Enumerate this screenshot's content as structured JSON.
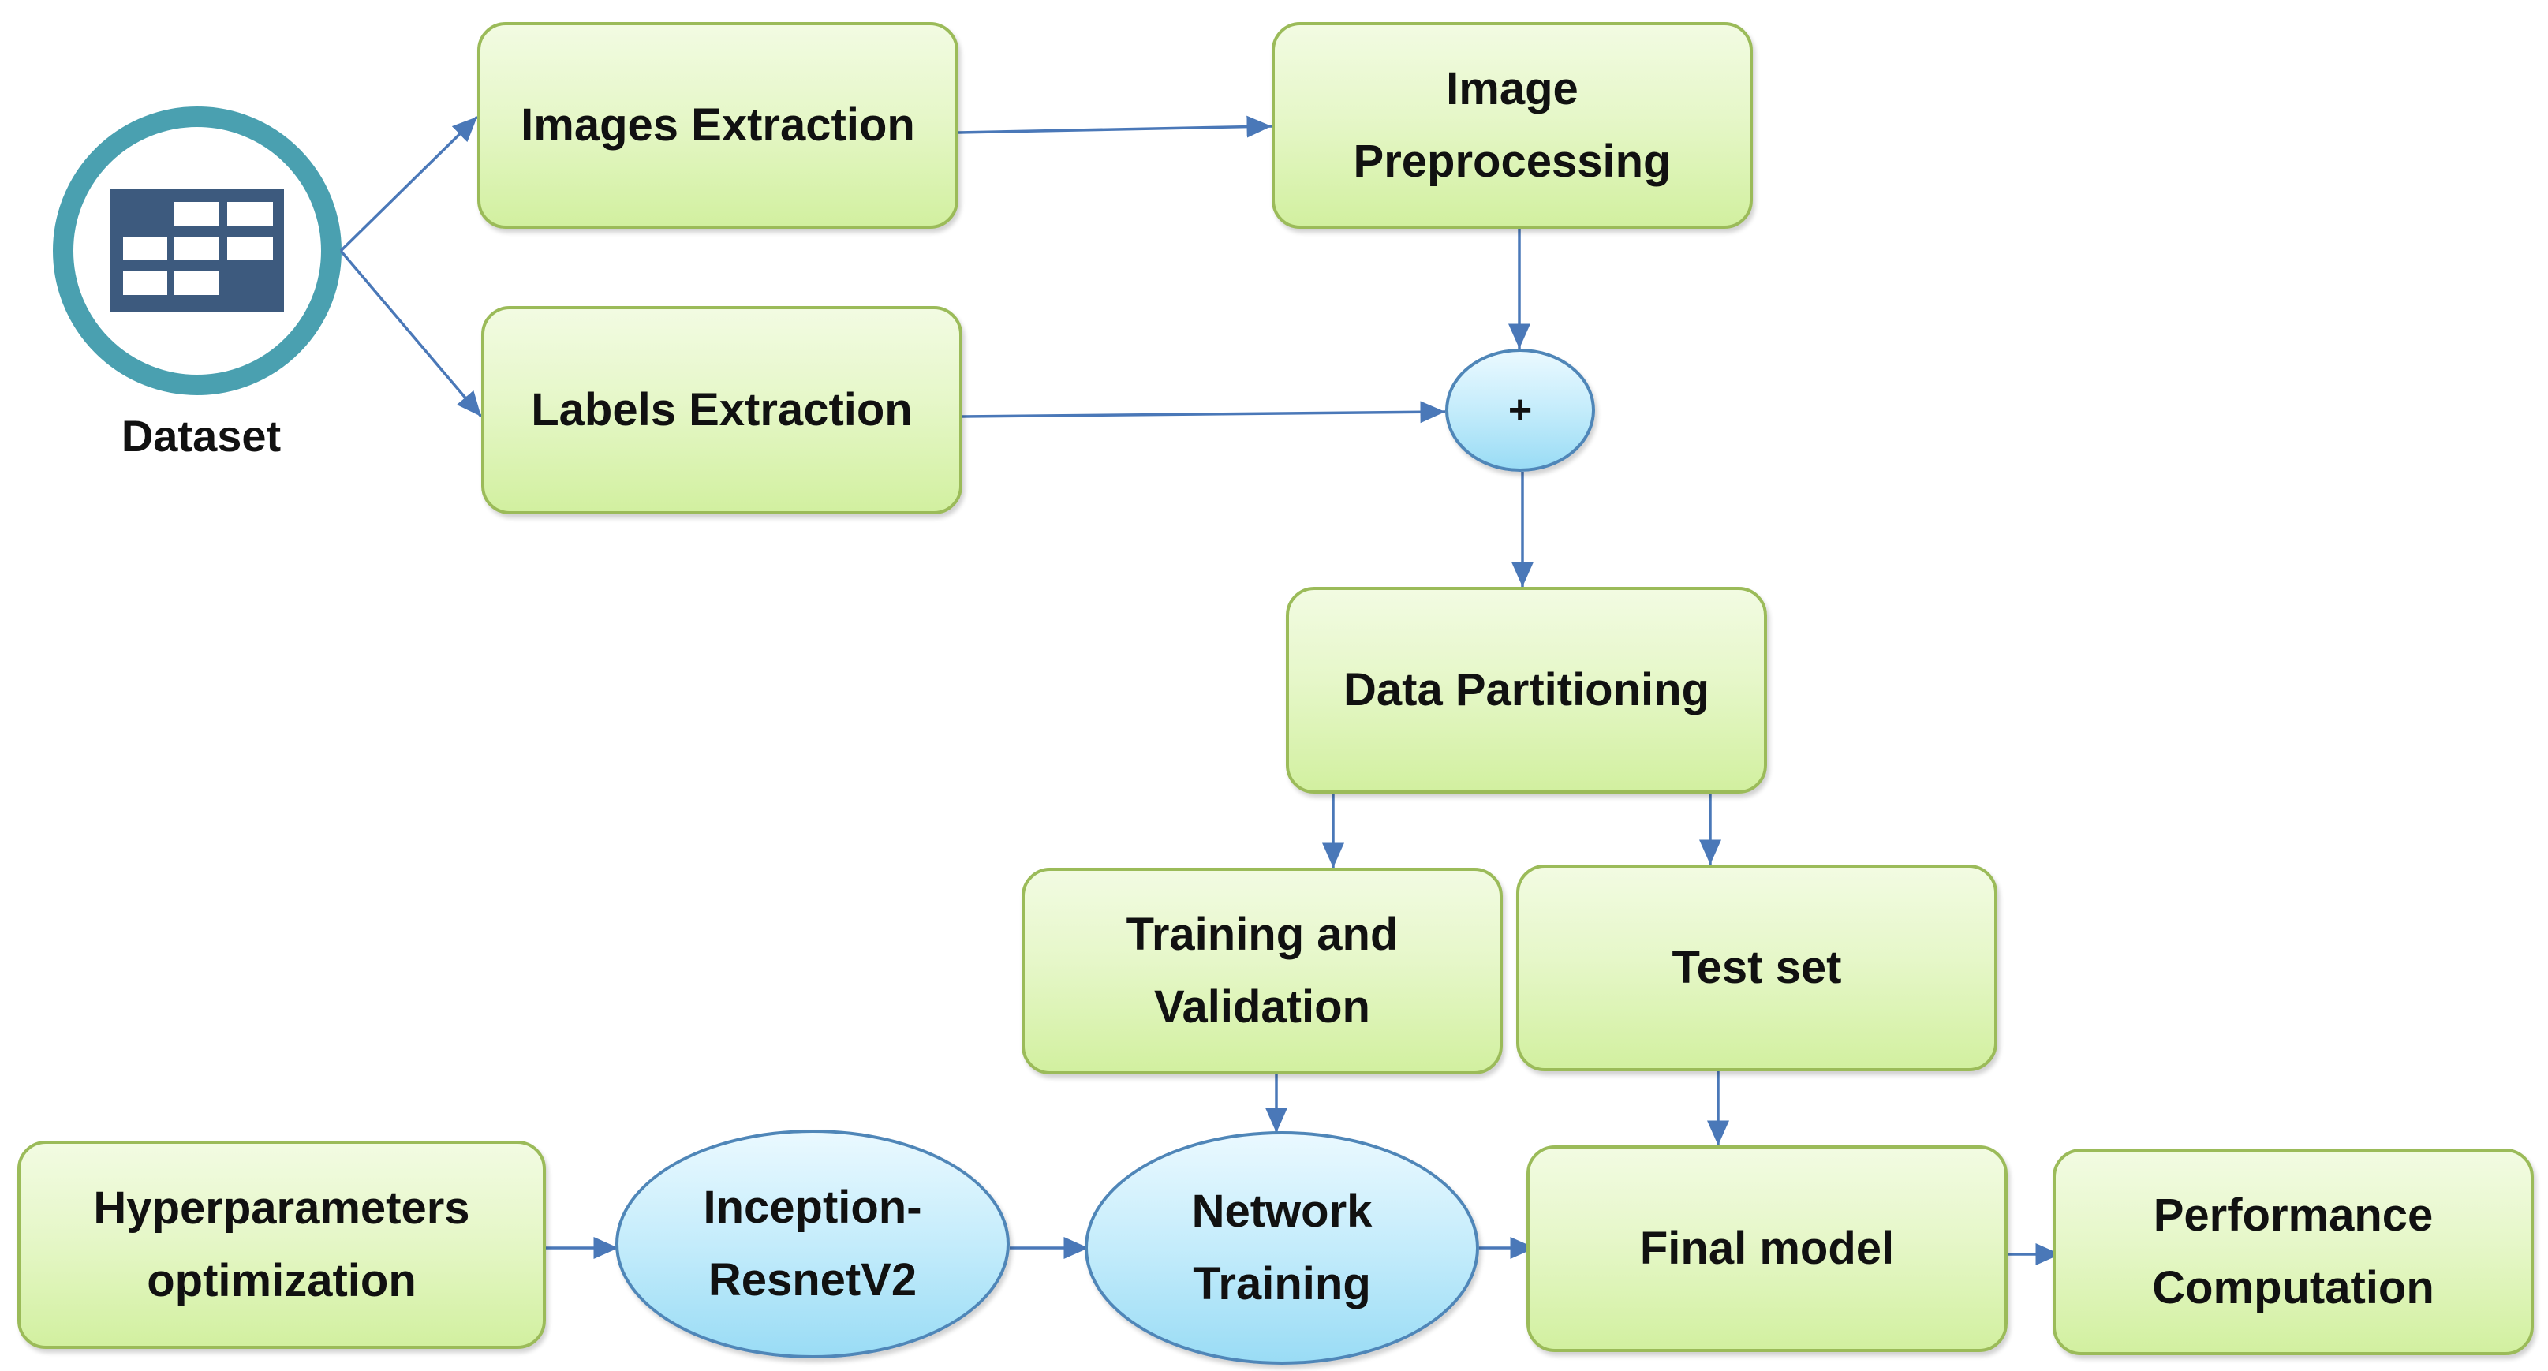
{
  "diagram": {
    "dataset": {
      "label": "Dataset",
      "icon": "table-grid-icon"
    },
    "nodes": {
      "images_extraction": {
        "lines": [
          "Images Extraction"
        ]
      },
      "image_preprocessing": {
        "lines": [
          "Image",
          "Preprocessing"
        ]
      },
      "labels_extraction": {
        "lines": [
          "Labels Extraction"
        ]
      },
      "combine": {
        "lines": [
          "+"
        ]
      },
      "data_partitioning": {
        "lines": [
          "Data Partitioning"
        ]
      },
      "training_validation": {
        "lines": [
          "Training and",
          "Validation"
        ]
      },
      "test_set": {
        "lines": [
          "Test set"
        ]
      },
      "hyperparameters": {
        "lines": [
          "Hyperparameters",
          "optimization"
        ]
      },
      "inception": {
        "lines": [
          "Inception-",
          "ResnetV2"
        ]
      },
      "network_training": {
        "lines": [
          "Network",
          "Training"
        ]
      },
      "final_model": {
        "lines": [
          "Final model"
        ]
      },
      "performance": {
        "lines": [
          "Performance",
          "Computation"
        ]
      }
    },
    "edges": [
      [
        "dataset",
        "images_extraction"
      ],
      [
        "dataset",
        "labels_extraction"
      ],
      [
        "images_extraction",
        "image_preprocessing"
      ],
      [
        "image_preprocessing",
        "combine"
      ],
      [
        "labels_extraction",
        "combine"
      ],
      [
        "combine",
        "data_partitioning"
      ],
      [
        "data_partitioning",
        "training_validation"
      ],
      [
        "data_partitioning",
        "test_set"
      ],
      [
        "training_validation",
        "network_training"
      ],
      [
        "test_set",
        "final_model"
      ],
      [
        "hyperparameters",
        "inception"
      ],
      [
        "inception",
        "network_training"
      ],
      [
        "network_training",
        "final_model"
      ],
      [
        "final_model",
        "performance"
      ]
    ],
    "colors": {
      "box_border": "#9bbb59",
      "box_fill": "#e6f7c9",
      "ellipse_border": "#4f86b8",
      "ellipse_fill": "#c4ecfb",
      "arrow": "#4a78b8",
      "dataset_ring": "#4aa0b0",
      "dataset_icon": "#3d5a7e"
    }
  }
}
